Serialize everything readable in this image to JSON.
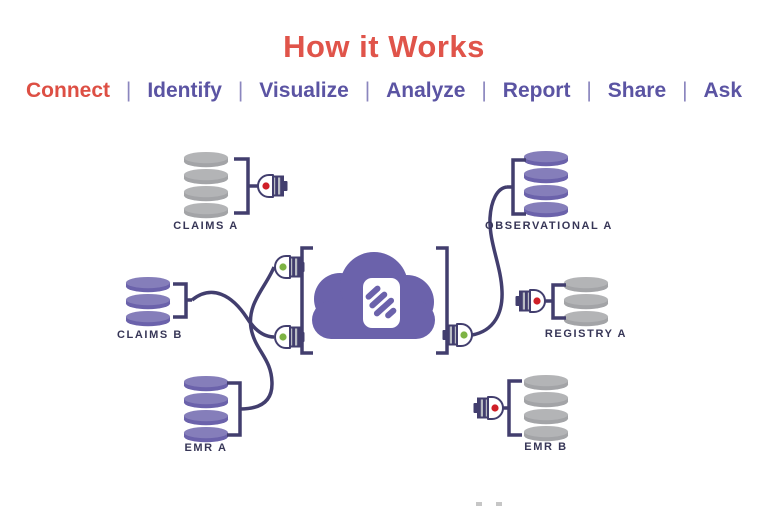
{
  "page": {
    "title": "How it Works"
  },
  "nav": {
    "separator": "|",
    "items": [
      {
        "label": "Connect",
        "active": true
      },
      {
        "label": "Identify",
        "active": false
      },
      {
        "label": "Visualize",
        "active": false
      },
      {
        "label": "Analyze",
        "active": false
      },
      {
        "label": "Report",
        "active": false
      },
      {
        "label": "Share",
        "active": false
      },
      {
        "label": "Ask",
        "active": false
      }
    ]
  },
  "diagram": {
    "description": "Six data sources around a central data cloud; connected sources show green plug indicators, disconnected sources show red plug indicators",
    "nodes": [
      {
        "id": "claims-a",
        "label": "CLAIMS A",
        "db_color": "gray",
        "disks": 4,
        "status": "disconnected",
        "side": "left"
      },
      {
        "id": "claims-b",
        "label": "CLAIMS B",
        "db_color": "purple",
        "disks": 3,
        "status": "connected",
        "side": "left"
      },
      {
        "id": "emr-a",
        "label": "EMR A",
        "db_color": "purple",
        "disks": 4,
        "status": "connected",
        "side": "left"
      },
      {
        "id": "observational-a",
        "label": "OBSERVATIONAL A",
        "db_color": "purple",
        "disks": 4,
        "status": "connected",
        "side": "right"
      },
      {
        "id": "registry-a",
        "label": "REGISTRY A",
        "db_color": "gray",
        "disks": 3,
        "status": "disconnected",
        "side": "right"
      },
      {
        "id": "emr-b",
        "label": "EMR B",
        "db_color": "gray",
        "disks": 4,
        "status": "disconnected",
        "side": "right"
      }
    ],
    "colors": {
      "title_red": "#e0544a",
      "nav_purple": "#5b54a3",
      "db_purple": "#6b62ab",
      "db_gray": "#a3a4a7",
      "cloud_purple": "#6b62ab",
      "line_navy": "#423e6e",
      "connected_dot_green": "#7db344",
      "disconnected_dot_red": "#cf1f27",
      "label_text": "#373657"
    }
  }
}
